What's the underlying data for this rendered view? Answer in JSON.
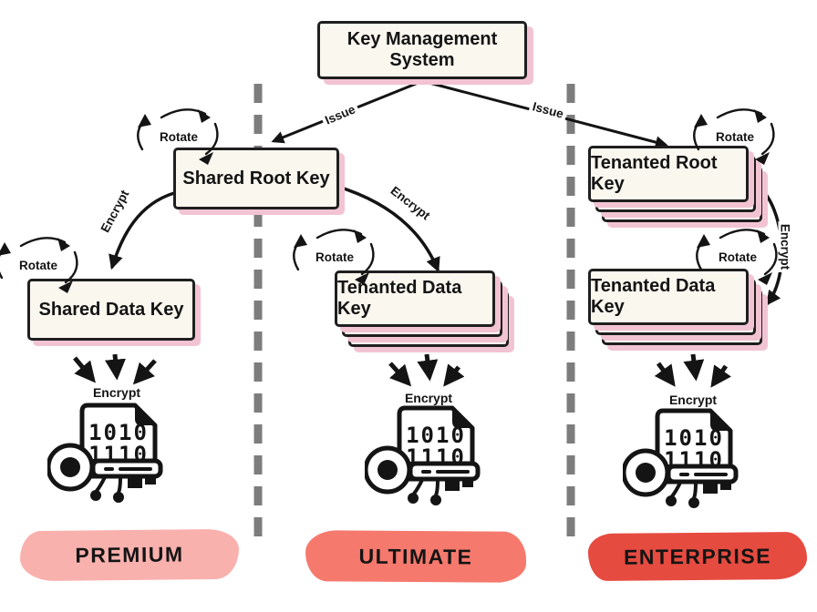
{
  "diagram_title": "Key Management System",
  "boxes": {
    "kms": "Key Management System",
    "shared_root": "Shared Root Key",
    "shared_data": "Shared Data Key",
    "tenanted_root": "Tenanted Root Key",
    "tenanted_data": "Tenanted Data Key"
  },
  "connectors": {
    "issue": "Issue",
    "encrypt": "Encrypt",
    "rotate": "Rotate"
  },
  "icon": {
    "encrypt_label": "Encrypt",
    "binary_row1": "1010",
    "binary_row2": "1110"
  },
  "tiers": [
    {
      "label": "PREMIUM",
      "color": "#f9b1ae"
    },
    {
      "label": "ULTIMATE",
      "color": "#f5796d"
    },
    {
      "label": "ENTERPRISE",
      "color": "#e64b40"
    }
  ],
  "colors": {
    "box_fill": "#faf7ef",
    "box_border": "#1f1f1f",
    "shadow_pink": "#f2c4d3",
    "divider_gray": "#7d7d7d",
    "ink": "#141414"
  }
}
